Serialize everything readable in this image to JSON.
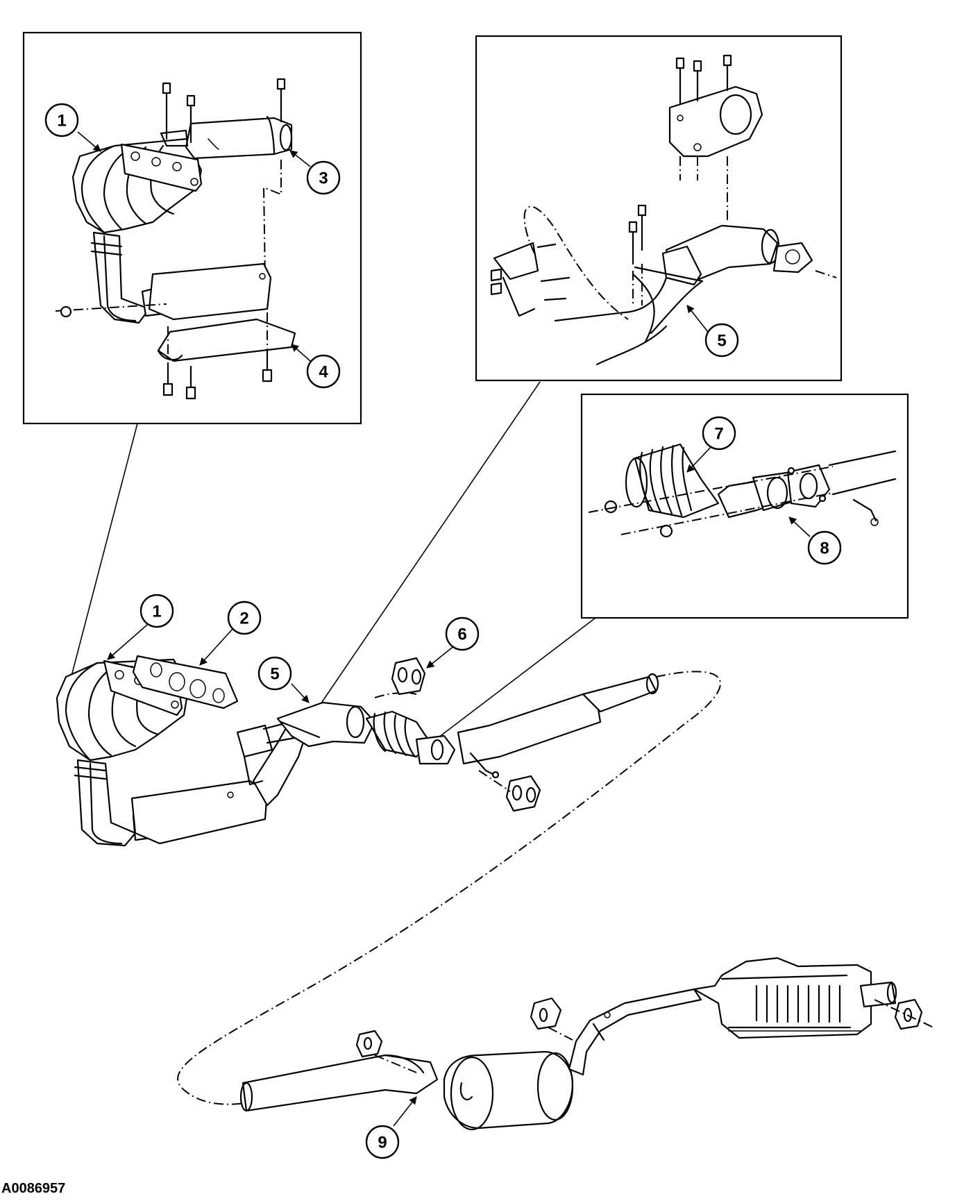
{
  "figure_id": "A0086957",
  "callouts": {
    "c1_inset": "1",
    "c3": "3",
    "c4": "4",
    "c5_inset": "5",
    "c7": "7",
    "c8": "8",
    "c1_main": "1",
    "c2": "2",
    "c5_main": "5",
    "c6": "6",
    "c9": "9"
  },
  "colors": {
    "line": "#000000",
    "background": "#ffffff"
  }
}
